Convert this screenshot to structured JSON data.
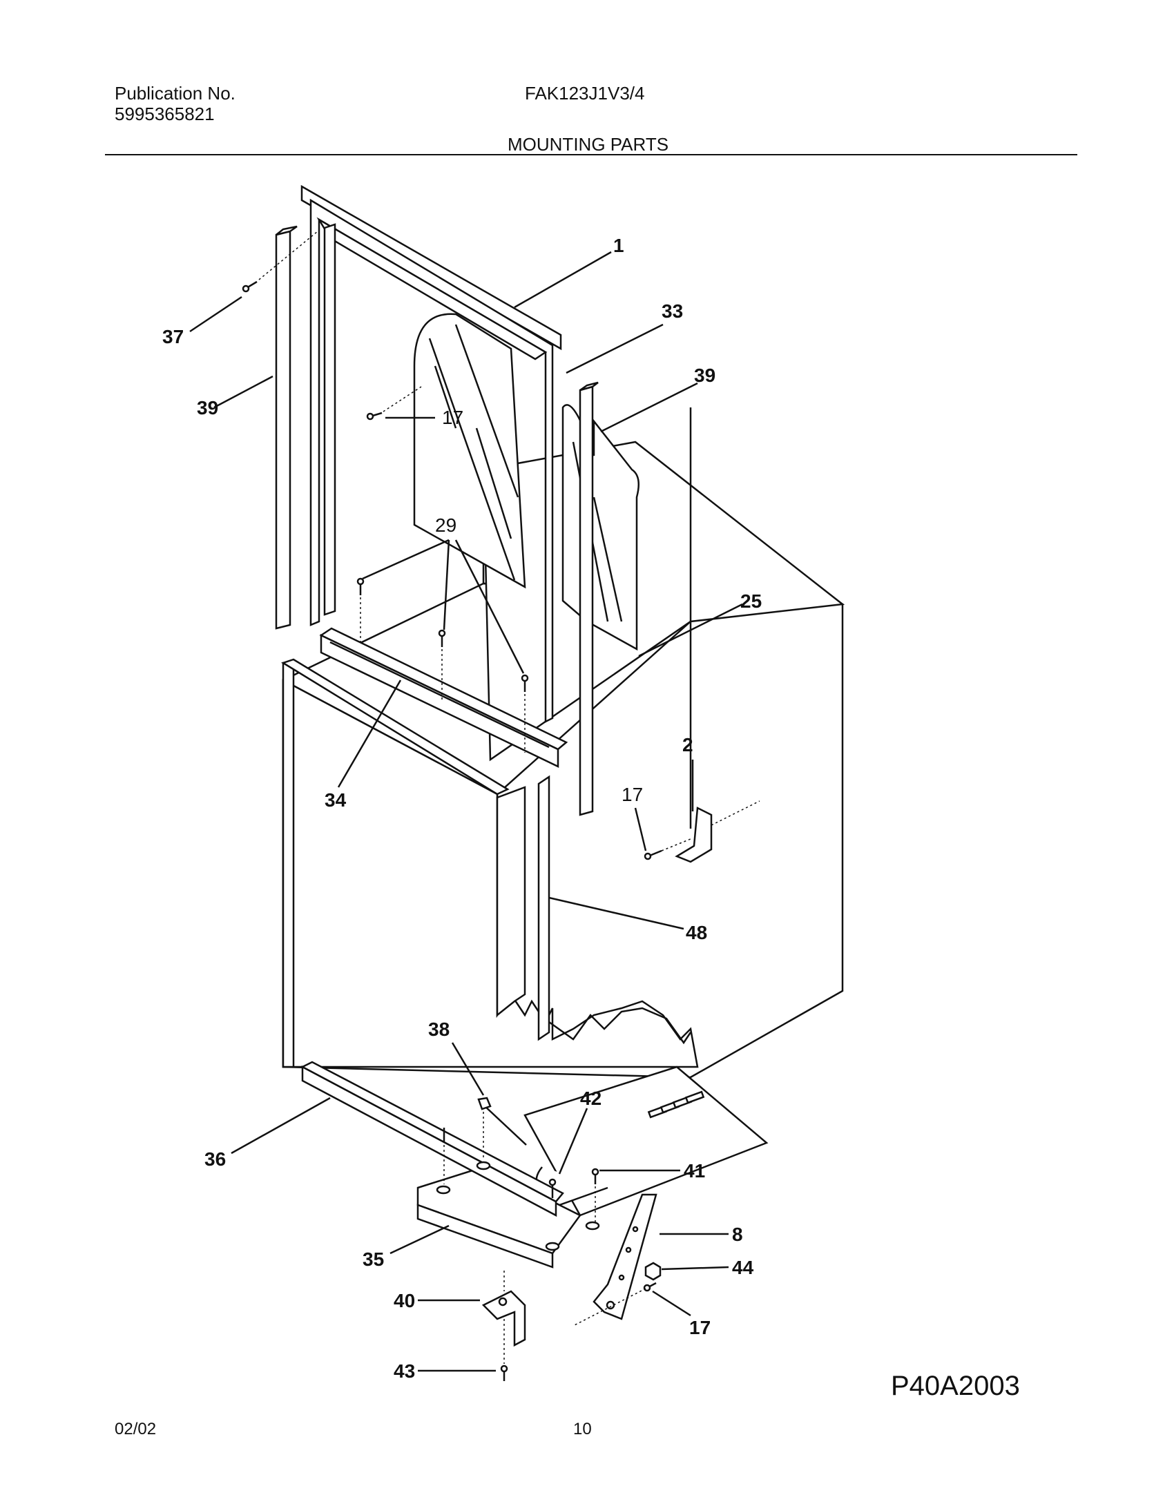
{
  "header": {
    "publication_label": "Publication No.",
    "publication_number": "5995365821",
    "model": "FAK123J1V3/4",
    "section_title": "MOUNTING PARTS"
  },
  "callouts": {
    "c1": "1",
    "c33": "33",
    "c39a": "39",
    "c39b": "39",
    "c37": "37",
    "c17a": "17",
    "c29": "29",
    "c25": "25",
    "c34": "34",
    "c2": "2",
    "c17b": "17",
    "c48": "48",
    "c38": "38",
    "c42": "42",
    "c41": "41",
    "c36": "36",
    "c8": "8",
    "c35": "35",
    "c44": "44",
    "c40": "40",
    "c17c": "17",
    "c43": "43"
  },
  "figure_code": "P40A2003",
  "footer": {
    "date": "02/02",
    "page": "10"
  }
}
